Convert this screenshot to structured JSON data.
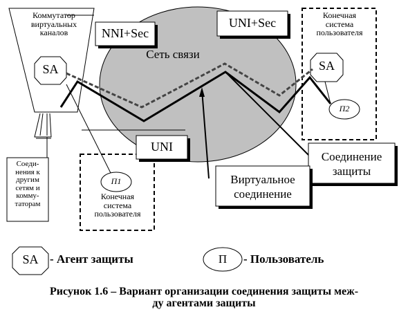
{
  "switch_label": [
    "Коммутатор",
    "виртуальных",
    "каналов"
  ],
  "sa_label": "SA",
  "nni_label": "NNI+Sec",
  "uni_sec_label": "UNI+Sec",
  "network_label": "Сеть связи",
  "end_system_right": [
    "Конечная",
    "система",
    "пользователя"
  ],
  "end_system_left": [
    "Конечная",
    "система",
    "пользователя"
  ],
  "p1_label": "П1",
  "p2_label": "П2",
  "uni_label": "UNI",
  "other_networks": [
    "Соеди-",
    "нения к",
    "другим",
    "сетям и",
    "комму-",
    "таторам"
  ],
  "secure_connection": [
    "Соединение",
    "защиты"
  ],
  "virtual_connection": [
    "Виртуальное",
    "соединение"
  ],
  "legend": {
    "sa_symbol": "SA",
    "sa_text": "- Агент защиты",
    "p_symbol": "П",
    "p_text": "- Пользователь"
  },
  "caption": [
    "Рисунок 1.6 – Вариант организации соединения защиты меж-",
    "ду агентами защиты"
  ]
}
